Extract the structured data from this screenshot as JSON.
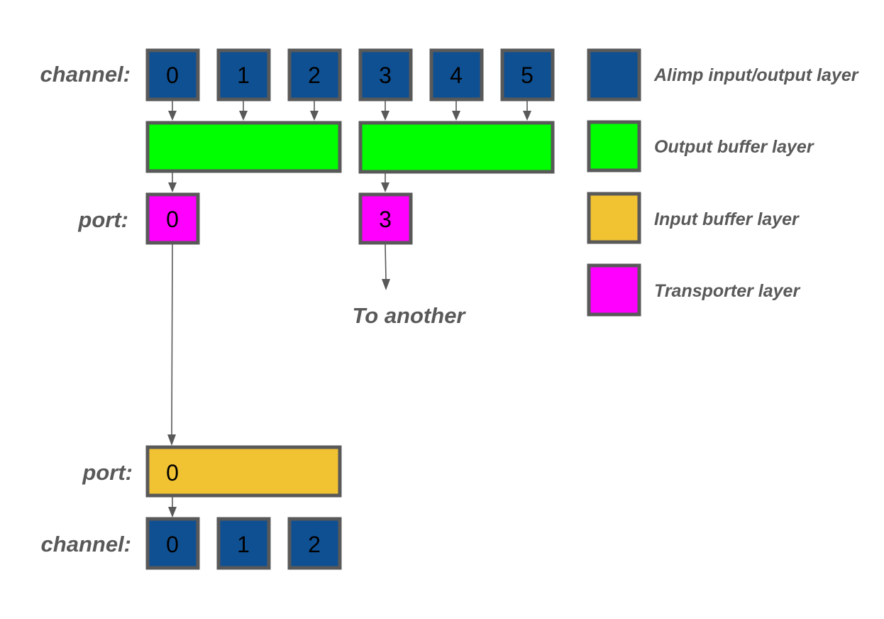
{
  "colors": {
    "alimp": "#0f5092",
    "output_buffer": "#00ff00",
    "input_buffer": "#f1c232",
    "transporter": "#ff00ff",
    "border": "#595959",
    "text": "#595959"
  },
  "top": {
    "channel_label": "channel:",
    "channels": [
      "0",
      "1",
      "2",
      "3",
      "4",
      "5"
    ],
    "port_label": "port:",
    "ports": [
      "0",
      "3"
    ],
    "to_another_label": "To another"
  },
  "bottom": {
    "port_label": "port:",
    "port": "0",
    "channel_label": "channel:",
    "channels": [
      "0",
      "1",
      "2"
    ]
  },
  "legend": [
    {
      "key": "alimp",
      "label": "Alimp input/output layer"
    },
    {
      "key": "output_buffer",
      "label": "Output buffer layer"
    },
    {
      "key": "input_buffer",
      "label": "Input buffer layer"
    },
    {
      "key": "transporter",
      "label": "Transporter layer"
    }
  ]
}
